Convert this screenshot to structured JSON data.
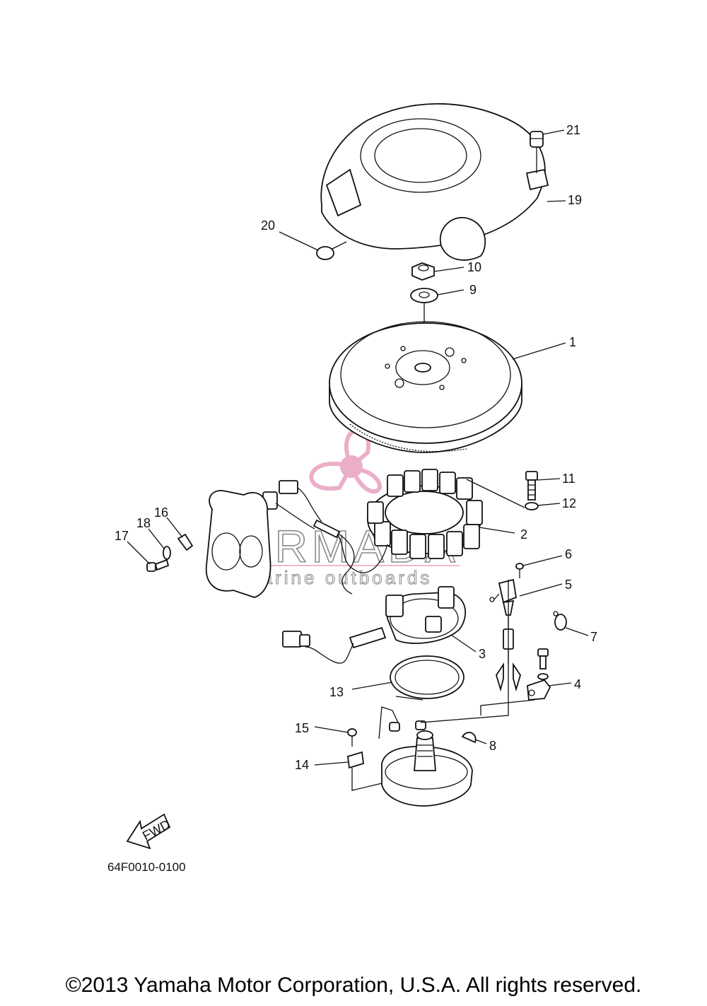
{
  "callouts": [
    {
      "id": "1",
      "label": "1"
    },
    {
      "id": "2",
      "label": "2"
    },
    {
      "id": "3",
      "label": "3"
    },
    {
      "id": "4",
      "label": "4"
    },
    {
      "id": "5",
      "label": "5"
    },
    {
      "id": "6",
      "label": "6"
    },
    {
      "id": "7",
      "label": "7"
    },
    {
      "id": "8",
      "label": "8"
    },
    {
      "id": "9",
      "label": "9"
    },
    {
      "id": "10",
      "label": "10"
    },
    {
      "id": "11",
      "label": "11"
    },
    {
      "id": "12",
      "label": "12"
    },
    {
      "id": "13",
      "label": "13"
    },
    {
      "id": "14",
      "label": "14"
    },
    {
      "id": "15",
      "label": "15"
    },
    {
      "id": "16",
      "label": "16"
    },
    {
      "id": "17",
      "label": "17"
    },
    {
      "id": "18",
      "label": "18"
    },
    {
      "id": "19",
      "label": "19"
    },
    {
      "id": "20",
      "label": "20"
    },
    {
      "id": "21",
      "label": "21"
    }
  ],
  "fwd_label": "FWD",
  "diagram_code": "64F0010-0100",
  "watermark": {
    "brand": "ARMADA",
    "tagline": "marine outboards",
    "color": "#e8a0c0"
  },
  "copyright": "©2013 Yamaha Motor Corporation, U.S.A. All rights reserved."
}
